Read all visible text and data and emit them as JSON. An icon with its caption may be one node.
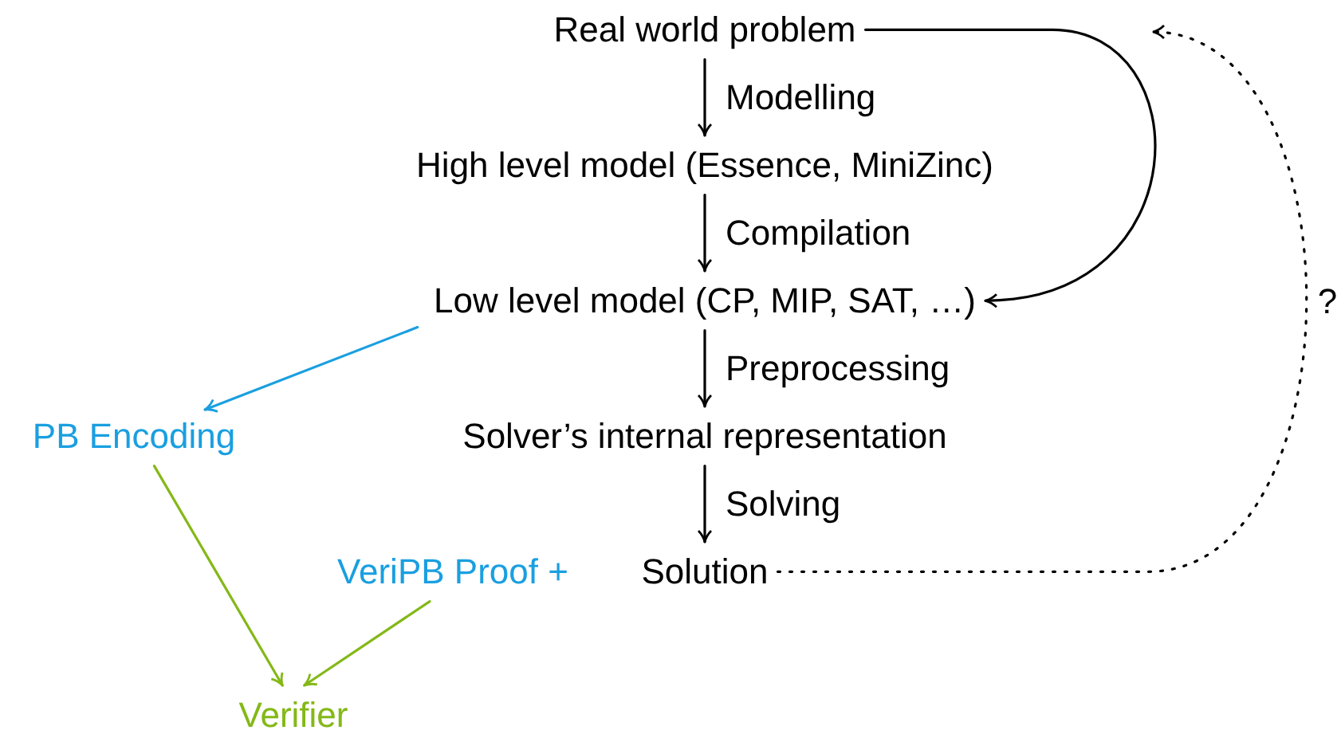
{
  "diagram": {
    "nodes": [
      {
        "text": [
          "Real world problem"
        ]
      },
      {
        "text": [
          "High level model (Essence, MiniZinc)"
        ]
      },
      {
        "text": [
          "Low level model (CP, MIP, SAT, …)"
        ]
      },
      {
        "text": [
          "Solver’s internal representation"
        ]
      },
      {
        "text": [
          "Solution"
        ]
      },
      {
        "text": [
          "PB Encoding"
        ]
      },
      {
        "text": [
          "VeriPB Proof +"
        ]
      },
      {
        "text": [
          "Verifier"
        ]
      }
    ],
    "edges": [
      {
        "from": 0,
        "to": 1,
        "arrow": "to",
        "label": "Modelling"
      },
      {
        "from": 1,
        "to": 2,
        "arrow": "to",
        "label": "Compilation"
      },
      {
        "from": 2,
        "to": 3,
        "arrow": "to",
        "label": "Preprocessing"
      },
      {
        "from": 3,
        "to": 4,
        "arrow": "to",
        "label": "Solving"
      },
      {
        "from": 0,
        "to": 2,
        "arrow": "to"
      },
      {
        "from": 4,
        "to": null,
        "arrow": "to",
        "label": "?",
        "style": "dashed"
      },
      {
        "from": 2,
        "to": 5,
        "arrow": "to",
        "color": "#1a9fe0"
      },
      {
        "from": 5,
        "to": 7,
        "arrow": "to",
        "color": "#84b817"
      },
      {
        "from": 6,
        "to": 7,
        "arrow": "to",
        "color": "#84b817"
      }
    ]
  }
}
